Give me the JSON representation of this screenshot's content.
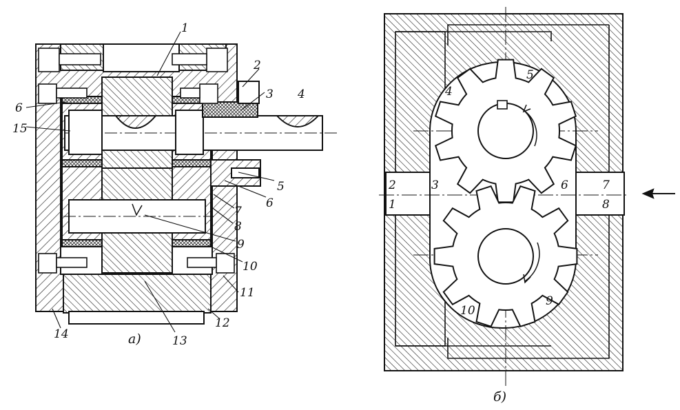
{
  "figure_a": {
    "caption": "а)",
    "labels": {
      "l1": "1",
      "l2": "2",
      "l3": "3",
      "l4": "4",
      "l5": "5",
      "l6a": "6",
      "l6b": "6",
      "l7": "7",
      "l8": "8",
      "l9": "9",
      "l10": "10",
      "l11": "11",
      "l12": "12",
      "l13": "13",
      "l14": "14",
      "l15": "15"
    }
  },
  "figure_b": {
    "caption": "б)",
    "labels": {
      "l1": "1",
      "l2": "2",
      "l3": "3",
      "l4": "4",
      "l5": "5",
      "l6": "6",
      "l7": "7",
      "l8": "8",
      "l9": "9",
      "l10": "10"
    }
  }
}
